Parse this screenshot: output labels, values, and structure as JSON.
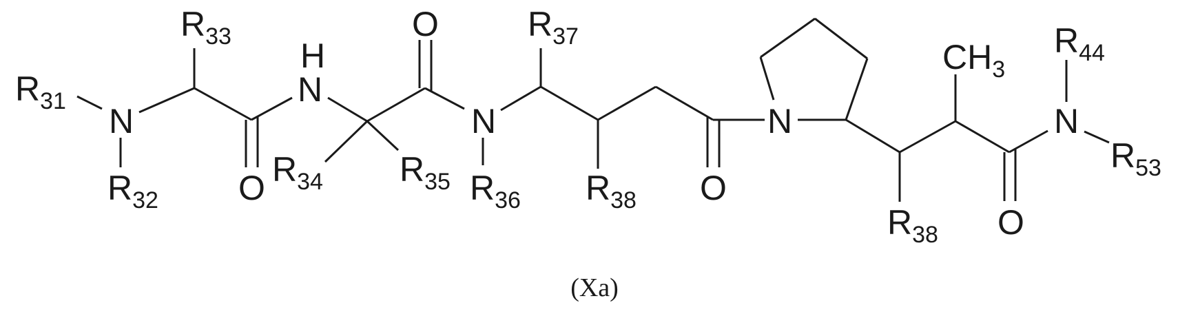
{
  "figure": {
    "caption": "(Xa)",
    "atoms": {
      "n1": "N",
      "n2_h": "H",
      "n2": "N",
      "n3": "N",
      "n4": "N",
      "n5": "N",
      "o1": "O",
      "o2": "O",
      "o3": "O",
      "o4": "O",
      "ch3_c": "CH",
      "ch3_sub": "3"
    },
    "substituents": [
      {
        "id": "r31",
        "main": "R",
        "sub": "31"
      },
      {
        "id": "r32",
        "main": "R",
        "sub": "32"
      },
      {
        "id": "r33",
        "main": "R",
        "sub": "33"
      },
      {
        "id": "r34",
        "main": "R",
        "sub": "34"
      },
      {
        "id": "r35",
        "main": "R",
        "sub": "35"
      },
      {
        "id": "r36",
        "main": "R",
        "sub": "36"
      },
      {
        "id": "r37",
        "main": "R",
        "sub": "37"
      },
      {
        "id": "r38a",
        "main": "R",
        "sub": "38"
      },
      {
        "id": "r38b",
        "main": "R",
        "sub": "38"
      },
      {
        "id": "r44",
        "main": "R",
        "sub": "44"
      },
      {
        "id": "r53",
        "main": "R",
        "sub": "53"
      }
    ]
  }
}
